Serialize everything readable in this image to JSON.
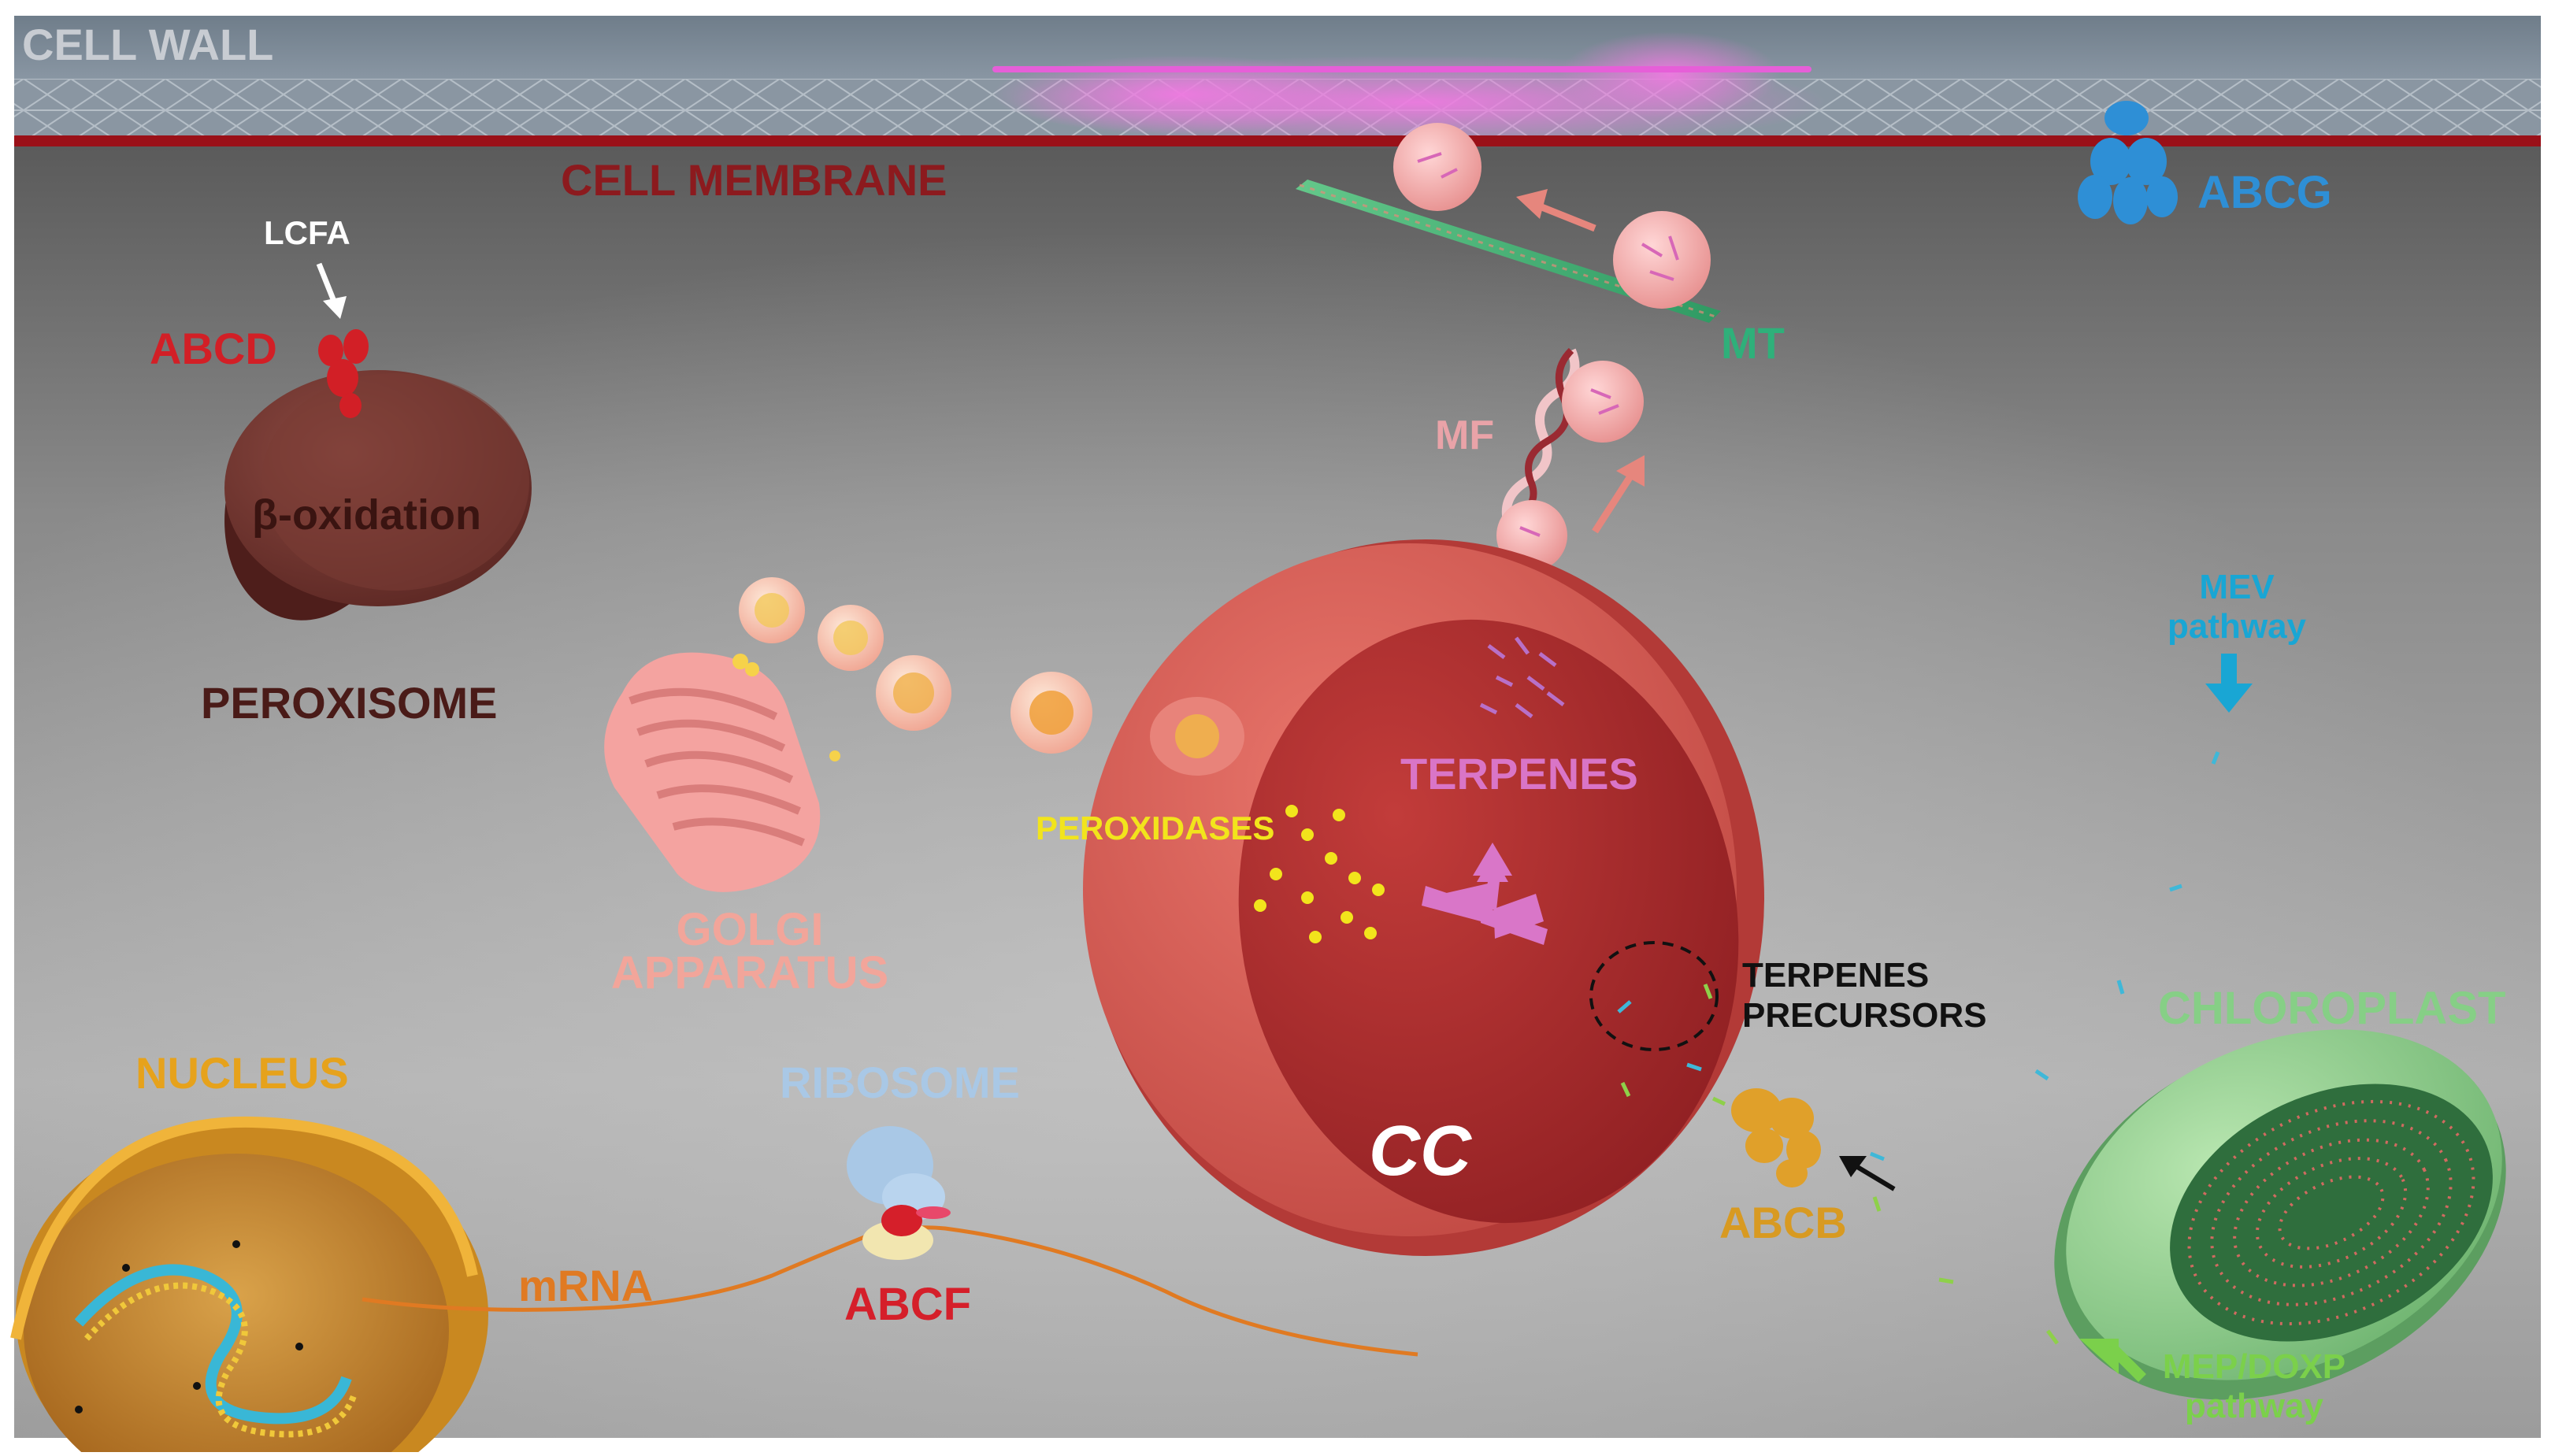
{
  "labels": {
    "cell_wall": "CELL WALL",
    "cell_membrane": "CELL MEMBRANE",
    "abcg": "ABCG",
    "lcfa": "LCFA",
    "abcd": "ABCD",
    "beta_oxidation": "β-oxidation",
    "peroxisome": "PEROXISOME",
    "mt": "MT",
    "mf": "MF",
    "mev_line1": "MEV",
    "mev_line2": "pathway",
    "terpenes": "TERPENES",
    "peroxidases": "PEROXIDASES",
    "golgi_line1": "GOLGI",
    "golgi_line2": "APPARATUS",
    "terpenes_precursors_line1": "TERPENES",
    "terpenes_precursors_line2": "PRECURSORS",
    "chloroplast": "CHLOROPLAST",
    "nucleus": "NUCLEUS",
    "ribosome": "RIBOSOME",
    "cc": "CC",
    "mrna": "mRNA",
    "abcb": "ABCB",
    "abcf": "ABCF",
    "mep_line1": "MEP/DOXP",
    "mep_line2": "pathway"
  },
  "colors": {
    "cell_wall_text": "#c8ccd2",
    "membrane": "#9a1018",
    "membrane_text": "#8c1a1e",
    "abcg": "#2e8fd6",
    "abcd": "#d21f26",
    "peroxisome_text": "#4a1b18",
    "mt": "#2fb07a",
    "mf": "#e9a3a8",
    "mev": "#19a6d4",
    "terpenes": "#d975c7",
    "peroxidases": "#f2e41c",
    "golgi": "#f2a59a",
    "chloroplast": "#86cf86",
    "nucleus": "#e6a21c",
    "ribosome": "#a9c8e6",
    "mrna": "#e07a22",
    "abcb": "#d89a22",
    "abcf": "#d51f2a",
    "mep": "#7bd04b",
    "cc_text": "#ffffff"
  },
  "icons": [
    "mev-arrow-icon",
    "mep-arrow-icon",
    "lcfa-arrow-icon",
    "vesicle-transport-arrow-icon",
    "terpene-synthesis-arrow-icon"
  ]
}
